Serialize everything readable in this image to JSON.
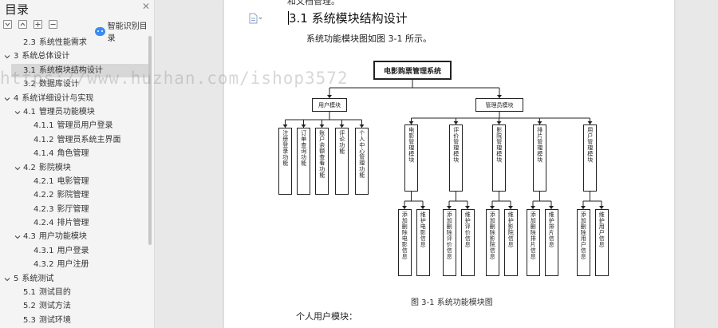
{
  "sidebar": {
    "title": "目录",
    "smart_label": "智能识别目录",
    "items": [
      {
        "num": "2.3",
        "text": "系统性能需求",
        "level": 2,
        "caret": "",
        "selected": false
      },
      {
        "num": "3",
        "text": "系统总体设计",
        "level": 1,
        "caret": "down",
        "selected": false
      },
      {
        "num": "3.1",
        "text": "系统模块结构设计",
        "level": 2,
        "caret": "",
        "selected": true
      },
      {
        "num": "3.2",
        "text": "数据库设计",
        "level": 2,
        "caret": "",
        "selected": false
      },
      {
        "num": "4",
        "text": "系统详细设计与实现",
        "level": 1,
        "caret": "down",
        "selected": false
      },
      {
        "num": "4.1",
        "text": "管理员功能模块",
        "level": 2,
        "caret": "down",
        "selected": false
      },
      {
        "num": "4.1.1",
        "text": "管理员用户登录",
        "level": 3,
        "caret": "",
        "selected": false
      },
      {
        "num": "4.1.2",
        "text": "管理员系统主界面",
        "level": 3,
        "caret": "",
        "selected": false
      },
      {
        "num": "4.1.4",
        "text": "角色管理",
        "level": 3,
        "caret": "",
        "selected": false
      },
      {
        "num": "4.2",
        "text": "影院模块",
        "level": 2,
        "caret": "down",
        "selected": false
      },
      {
        "num": "4.2.1",
        "text": "电影管理",
        "level": 3,
        "caret": "",
        "selected": false
      },
      {
        "num": "4.2.2",
        "text": "影院管理",
        "level": 3,
        "caret": "",
        "selected": false
      },
      {
        "num": "4.2.3",
        "text": "影厅管理",
        "level": 3,
        "caret": "",
        "selected": false
      },
      {
        "num": "4.2.4",
        "text": "排片管理",
        "level": 3,
        "caret": "",
        "selected": false
      },
      {
        "num": "4.3",
        "text": "用户功能模块",
        "level": 2,
        "caret": "down",
        "selected": false
      },
      {
        "num": "4.3.1",
        "text": "用户登录",
        "level": 3,
        "caret": "",
        "selected": false
      },
      {
        "num": "4.3.2",
        "text": "用户注册",
        "level": 3,
        "caret": "",
        "selected": false
      },
      {
        "num": "5",
        "text": "系统测试",
        "level": 1,
        "caret": "down",
        "selected": false
      },
      {
        "num": "5.1",
        "text": "测试目的",
        "level": 2,
        "caret": "",
        "selected": false
      },
      {
        "num": "5.2",
        "text": "测试方法",
        "level": 2,
        "caret": "",
        "selected": false
      },
      {
        "num": "5.3",
        "text": "测试环境",
        "level": 2,
        "caret": "",
        "selected": false
      }
    ]
  },
  "document": {
    "top_text": "和文档管理。",
    "heading": "3.1  系统模块结构设计",
    "intro": "系统功能模块图如图 3-1 所示。",
    "caption": "图 3-1  系统功能模块图",
    "para_head": "个人用户模块："
  },
  "diagram": {
    "root": "电影购票管理系统",
    "user_module": "用户模块",
    "admin_module": "管理员模块",
    "user_children": [
      "注册登录功能",
      "订单查询功能",
      "账户余额查看功能",
      "评论功能",
      "个人中心管理功能"
    ],
    "admin_children": [
      {
        "label": "电影管理模块",
        "subs": [
          "添加删除电影信息",
          "维护电影信息"
        ]
      },
      {
        "label": "评价管理模块",
        "subs": [
          "添加删除评价信息",
          "维护评价信息"
        ]
      },
      {
        "label": "影院管理模块",
        "subs": [
          "添加删除影院信息",
          "维护影院信息"
        ]
      },
      {
        "label": "排片管理模块",
        "subs": [
          "添加删除排片信息",
          "维护排片信息"
        ]
      },
      {
        "label": "用户管理模块",
        "subs": [
          "添加删除用户信息",
          "维护用户信息"
        ]
      }
    ]
  },
  "watermark": "https://www.huzhan.com/ishop3572"
}
